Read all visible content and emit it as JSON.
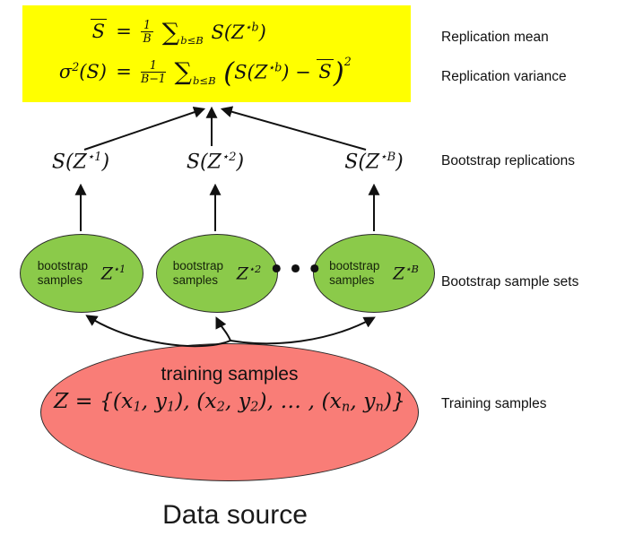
{
  "colors": {
    "bg": "#ffffff",
    "box-yellow": "#ffff00",
    "green-fill": "#8bca4a",
    "red-fill": "#f97d77",
    "stroke": "#2a2a2a",
    "text": "#111111"
  },
  "formula_box": {
    "eq": "=",
    "mean_lhs": [
      {
        "t": "S",
        "c": "ovl"
      }
    ],
    "mean_rhs": [
      {
        "frac": [
          "1",
          "B"
        ]
      },
      {
        "t": " "
      },
      {
        "t": "∑",
        "c": "sum"
      },
      {
        "t": "b≤B",
        "c": "lim"
      },
      {
        "t": " S("
      },
      {
        "t": "Z",
        "c": "cal"
      },
      {
        "t": "⋆b",
        "c": "sup"
      },
      {
        "t": ")"
      }
    ],
    "variance_lhs": [
      {
        "t": "σ"
      },
      {
        "t": "2",
        "c": "sup"
      },
      {
        "t": "(S)"
      }
    ],
    "variance_rhs": [
      {
        "frac": [
          "1",
          "B−1"
        ]
      },
      {
        "t": " "
      },
      {
        "t": "∑",
        "c": "sum"
      },
      {
        "t": "b≤B",
        "c": "lim"
      },
      {
        "t": " "
      },
      {
        "t": "(",
        "c": "bigp"
      },
      {
        "t": "S("
      },
      {
        "t": "Z",
        "c": "cal"
      },
      {
        "t": "⋆b",
        "c": "sup"
      },
      {
        "t": ") − "
      },
      {
        "t": "S",
        "c": "ovl"
      },
      {
        "t": ")",
        "c": "bigp"
      },
      {
        "t": "2",
        "c": "sup2"
      }
    ]
  },
  "side_labels": [
    {
      "text": "Replication mean"
    },
    {
      "text": "Replication variance"
    },
    {
      "text": "Bootstrap replications"
    },
    {
      "text": "Bootstrap sample sets"
    },
    {
      "text": "Training samples"
    }
  ],
  "replications": [
    {
      "math": [
        {
          "t": "S("
        },
        {
          "t": "Z",
          "c": "cal"
        },
        {
          "t": "⋆1",
          "c": "sup"
        },
        {
          "t": ")"
        }
      ]
    },
    {
      "math": [
        {
          "t": "S("
        },
        {
          "t": "Z",
          "c": "cal"
        },
        {
          "t": "⋆2",
          "c": "sup"
        },
        {
          "t": ")"
        }
      ]
    },
    {
      "math": [
        {
          "t": "S("
        },
        {
          "t": "Z",
          "c": "cal"
        },
        {
          "t": "⋆B",
          "c": "sup"
        },
        {
          "t": ")"
        }
      ]
    }
  ],
  "bootstrap_ellipses": [
    {
      "label": "bootstrap samples",
      "math": [
        {
          "t": "Z",
          "c": "cal"
        },
        {
          "t": "⋆1",
          "c": "sup"
        }
      ]
    },
    {
      "label": "bootstrap samples",
      "math": [
        {
          "t": "Z",
          "c": "cal"
        },
        {
          "t": "⋆2",
          "c": "sup"
        }
      ]
    },
    {
      "label": "bootstrap samples",
      "math": [
        {
          "t": "Z",
          "c": "cal"
        },
        {
          "t": "⋆B",
          "c": "sup"
        }
      ]
    }
  ],
  "dots": "•••",
  "training_ellipse": {
    "title": "training samples",
    "math": [
      {
        "t": "Z",
        "c": "cal"
      },
      {
        "t": " = {("
      },
      {
        "t": "x"
      },
      {
        "t": "1",
        "c": "sub"
      },
      {
        "t": ", "
      },
      {
        "t": "y"
      },
      {
        "t": "1",
        "c": "sub"
      },
      {
        "t": "), ("
      },
      {
        "t": "x"
      },
      {
        "t": "2",
        "c": "sub"
      },
      {
        "t": ", "
      },
      {
        "t": "y"
      },
      {
        "t": "2",
        "c": "sub"
      },
      {
        "t": "), … , ("
      },
      {
        "t": "x"
      },
      {
        "t": "n",
        "c": "sub"
      },
      {
        "t": ", "
      },
      {
        "t": "y"
      },
      {
        "t": "n",
        "c": "sub"
      },
      {
        "t": ")}"
      }
    ]
  },
  "caption": "Data source"
}
